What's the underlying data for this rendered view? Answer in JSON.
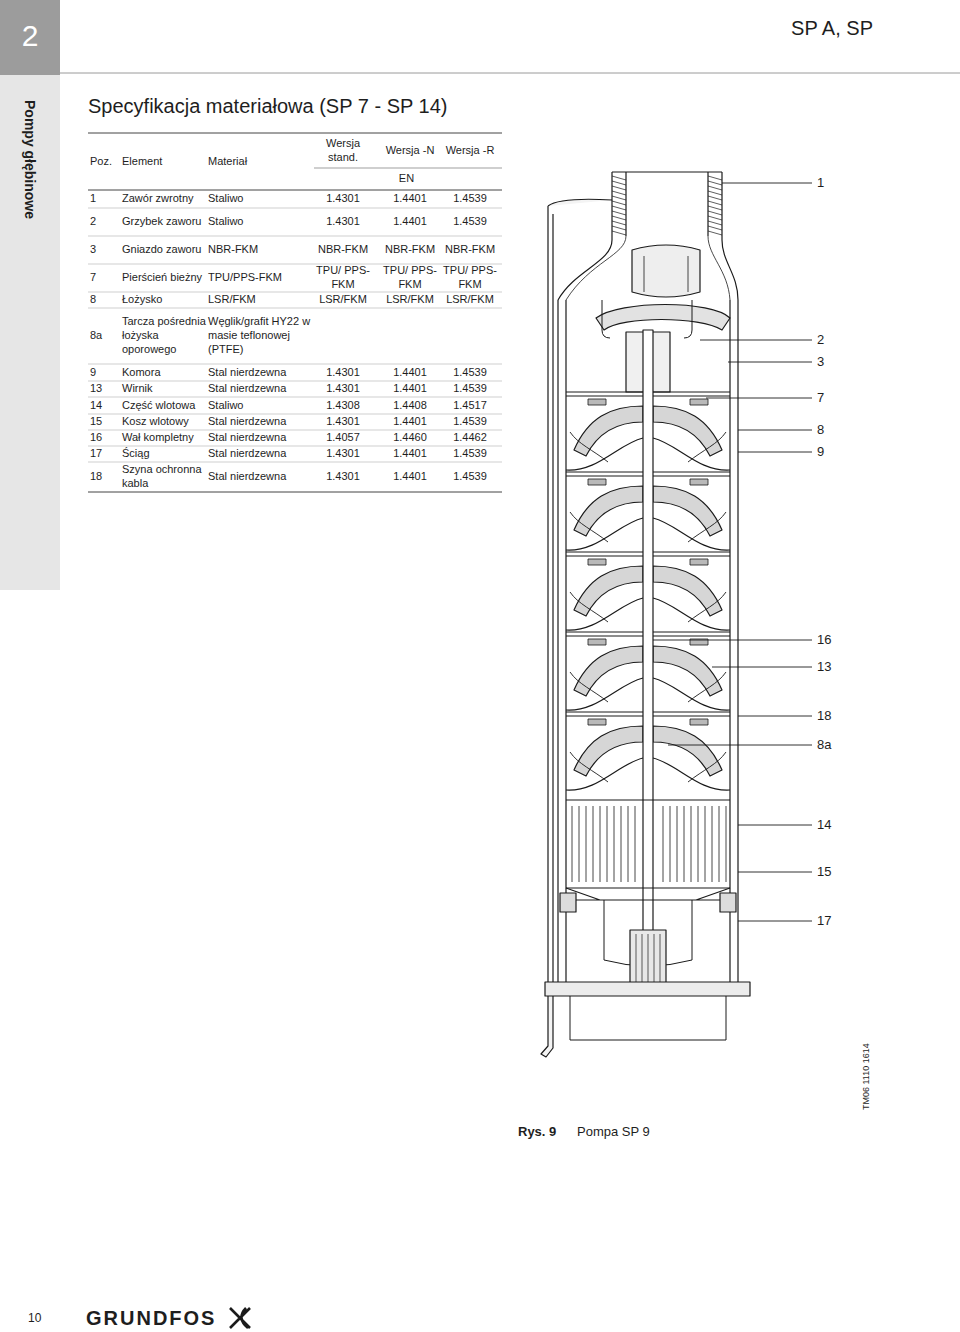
{
  "diagram": {
    "title": "Specyfikacja materiałowa (SP 7 - SP 14)",
    "nodes": [
      {
        "text": [
          "2"
        ]
      },
      {
        "text": [
          "Pompy głębinowe"
        ]
      }
    ],
    "labels": [
      "SP A, SP",
      "Poz.",
      "Element",
      "Materiał",
      "Wersja stand.",
      "Wersja -N",
      "Wersja -R",
      "EN",
      "1",
      "Zawór zwrotny",
      "Staliwo",
      "1.4301",
      "1.4401",
      "1.4539",
      "2",
      "Grzybek zaworu",
      "Staliwo",
      "1.4301",
      "1.4401",
      "1.4539",
      "3",
      "Gniazdo zaworu",
      "NBR-FKM",
      "NBR-FKM",
      "NBR-FKM",
      "NBR-FKM",
      "7",
      "Pierścień bieżny",
      "TPU/PPS-FKM",
      "TPU/ PPS-FKM",
      "TPU/ PPS-FKM",
      "TPU/ PPS-FKM",
      "8",
      "Łożysko",
      "LSR/FKM",
      "LSR/FKM",
      "LSR/FKM",
      "LSR/FKM",
      "8a",
      "Tarcza pośrednia łożyska oporowego",
      "Węglik/grafit HY22 w masie teflonowej (PTFE)",
      "9",
      "Komora",
      "Stal nierdzewna",
      "1.4301",
      "1.4401",
      "1.4539",
      "13",
      "Wirnik",
      "Stal nierdzewna",
      "1.4301",
      "1.4401",
      "1.4539",
      "14",
      "Część wlotowa",
      "Staliwo",
      "1.4308",
      "1.4408",
      "1.4517",
      "15",
      "Kosz wlotowy",
      "Stal nierdzewna",
      "1.4301",
      "1.4401",
      "1.4539",
      "16",
      "Wał kompletny",
      "Stal nierdzewna",
      "1.4057",
      "1.4460",
      "1.4462",
      "17",
      "Ściąg",
      "Stal nierdzewna",
      "1.4301",
      "1.4401",
      "1.4539",
      "18",
      "Szyna ochronna kabla",
      "Stal nierdzewna",
      "1.4301",
      "1.4401",
      "1.4539",
      "1",
      "2",
      "3",
      "7",
      "8",
      "9",
      "16",
      "13",
      "18",
      "8a",
      "14",
      "15",
      "17",
      "Rys. 9",
      "Pompa SP 9",
      "TM06 1110 1614",
      "10",
      "GRUNDFOS"
    ]
  }
}
